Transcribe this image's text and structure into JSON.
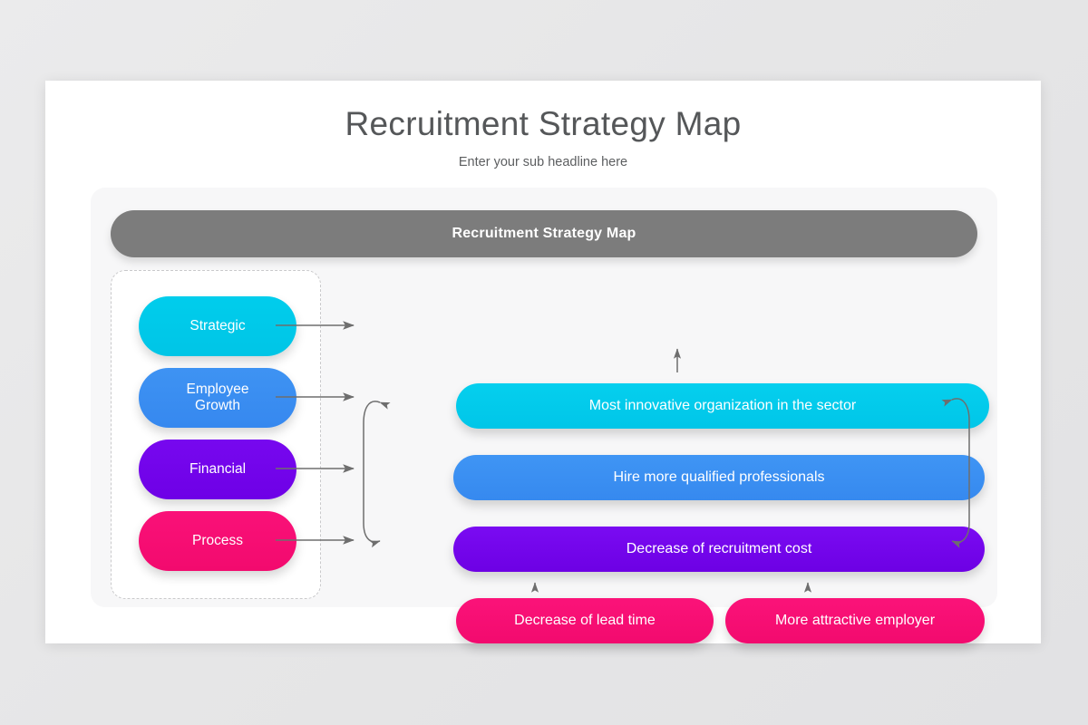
{
  "slide": {
    "title": "Recruitment Strategy Map",
    "subtitle": "Enter your sub headline here",
    "header_bar_label": "Recruitment Strategy Map"
  },
  "colors": {
    "background": "#e8e8e9",
    "slide": "#ffffff",
    "panel": "#f7f7f8",
    "header_bar": "#7c7c7c",
    "cyan": "#00c6e8",
    "blue": "#3689ef",
    "purple": "#6d00e4",
    "pink": "#f20a6e",
    "arrow": "#6e6e6e",
    "dashed_border": "#c9c9cb",
    "title_text": "#555759"
  },
  "categories": [
    {
      "id": "strategic",
      "label": "Strategic",
      "color": "#00c6e8"
    },
    {
      "id": "employee-growth",
      "label": "Employee\nGrowth",
      "line1": "Employee",
      "line2": "Growth",
      "color": "#3689ef"
    },
    {
      "id": "financial",
      "label": "Financial",
      "color": "#6d00e4"
    },
    {
      "id": "process",
      "label": "Process",
      "color": "#f20a6e"
    }
  ],
  "objectives": [
    {
      "id": "innovative",
      "label": "Most innovative organization in the sector",
      "color": "#00c6e8",
      "category": "Strategic"
    },
    {
      "id": "hire",
      "label": "Hire more qualified professionals",
      "color": "#3689ef",
      "category": "Employee Growth"
    },
    {
      "id": "cost",
      "label": "Decrease of recruitment cost",
      "color": "#6d00e4",
      "category": "Financial"
    },
    {
      "id": "leadtime",
      "label": "Decrease of lead time",
      "color": "#f20a6e",
      "category": "Process"
    },
    {
      "id": "employer",
      "label": "More attractive employer",
      "color": "#f20a6e",
      "category": "Process"
    }
  ],
  "connectors": [
    {
      "id": "strategic-to-innovative",
      "type": "straight-right"
    },
    {
      "id": "employee-growth-to-hire",
      "type": "straight-right"
    },
    {
      "id": "financial-to-cost",
      "type": "straight-right"
    },
    {
      "id": "process-to-leadtime",
      "type": "straight-right"
    },
    {
      "id": "hire-to-innovative",
      "type": "up-arrow"
    },
    {
      "id": "leadtime-to-cost",
      "type": "up-arrow"
    },
    {
      "id": "employer-to-cost",
      "type": "up-arrow"
    },
    {
      "id": "left-loop",
      "type": "curved-double"
    },
    {
      "id": "right-loop",
      "type": "curved-double"
    }
  ]
}
